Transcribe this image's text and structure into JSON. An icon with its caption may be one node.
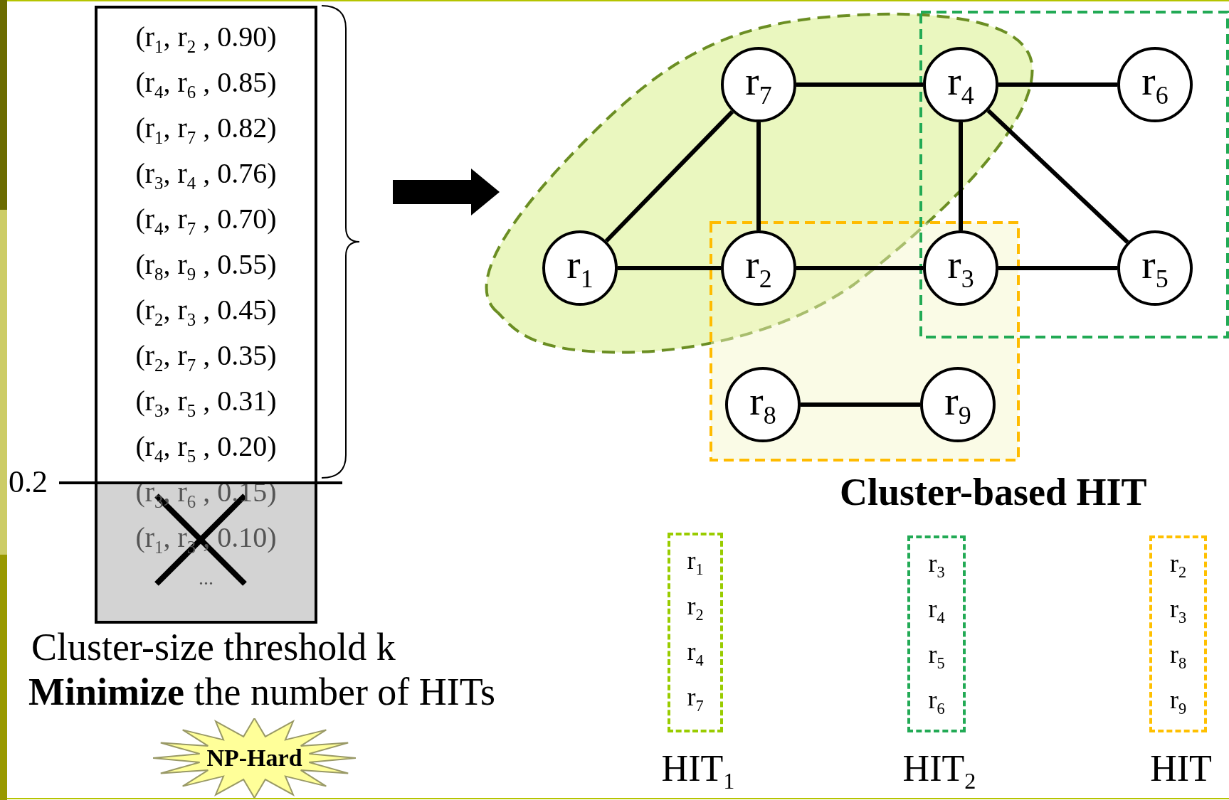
{
  "diagram": {
    "nodes": [
      {
        "text": [
          "(r$_{1}$, r$_{2}$ , 0.90)",
          "(r$_{4}$, r$_{6}$ , 0.85)",
          "(r$_{1}$, r$_{7}$ , 0.82)",
          "(r$_{3}$, r$_{4}$ , 0.76)",
          "(r$_{4}$, r$_{7}$ , 0.70)",
          "(r$_{8}$, r$_{9}$ , 0.55)",
          "(r$_{2}$, r$_{3}$ , 0.45)",
          "(r$_{2}$, r$_{7}$ , 0.35)",
          "(r$_{3}$, r$_{5}$ , 0.31)",
          "(r$_{4}$, r$_{5}$ , 0.20)",
          "(r$_{3}$, r$_{6}$ , 0.15)",
          "(r$_{1}$, r$_{3}$ , 0.10)",
          "..."
        ]
      },
      {
        "text": [
          "r$_{1}$"
        ]
      },
      {
        "text": [
          "r$_{2}$"
        ]
      },
      {
        "text": [
          "r$_{3}$"
        ]
      },
      {
        "text": [
          "r$_{4}$"
        ]
      },
      {
        "text": [
          "r$_{5}$"
        ]
      },
      {
        "text": [
          "r$_{6}$"
        ]
      },
      {
        "text": [
          "r$_{7}$"
        ]
      },
      {
        "text": [
          "r$_{8}$"
        ]
      },
      {
        "text": [
          "r$_{9}$"
        ]
      },
      {
        "text": [
          "r$_{1}$",
          "r$_{2}$",
          "r$_{4}$",
          "r$_{7}$",
          "HIT$_{1}$"
        ]
      },
      {
        "text": [
          "r$_{3}$",
          "r$_{4}$",
          "r$_{5}$",
          "r$_{6}$",
          "HIT$_{2}$"
        ]
      },
      {
        "text": [
          "r$_{2}$",
          "r$_{3}$",
          "r$_{8}$",
          "r$_{9}$",
          "HIT"
        ]
      },
      {
        "text": [
          "NP-Hard"
        ]
      }
    ],
    "edges": [
      {
        "from": 7,
        "to": 4,
        "arrow": "none"
      },
      {
        "from": 4,
        "to": 6,
        "arrow": "none"
      },
      {
        "from": 1,
        "to": 7,
        "arrow": "none"
      },
      {
        "from": 7,
        "to": 2,
        "arrow": "none"
      },
      {
        "from": 4,
        "to": 3,
        "arrow": "none"
      },
      {
        "from": 4,
        "to": 5,
        "arrow": "none"
      },
      {
        "from": 1,
        "to": 2,
        "arrow": "none"
      },
      {
        "from": 2,
        "to": 3,
        "arrow": "none"
      },
      {
        "from": 3,
        "to": 5,
        "arrow": "none"
      },
      {
        "from": 8,
        "to": 9,
        "arrow": "none"
      }
    ],
    "labels": [
      "0.2",
      "Cluster-based HIT",
      "Cluster-size threshold k",
      "**Minimize** the number of HITs"
    ]
  }
}
